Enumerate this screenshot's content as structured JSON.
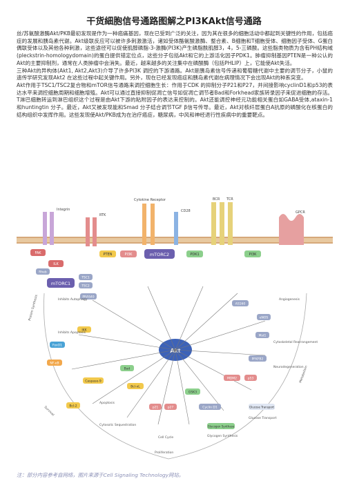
{
  "title": "干货細胞信号通路图解之PI3KAkt信号通路",
  "paragraphs": [
    "丝/苏氨酸激酶Akt/PKB最初发现是作为一种癌痛基因，现在已受到广泛的关注，因为其在很多的细胞活动中都起到关键性的作用，包括癌症的发展和胰岛素代谢。Akt级联反应可以被许多刺激激活，诸如受体酪氨酸激酶、整合素、B细胞和T细胞受体、细胞因子受体、G蛋白偶联受体以及其他各种刺激，这些途径可以促使肌醇磷脂-3-激酶(PI3K)产生磷脂酰肌醇3，4，5-三磷酸。这些脂类物质为含有PH结构域(pleckstrin-homologydomain)的蛋白提供错定位点，这些分子包括Akt和它的上游活化因子PDK1。肿瘤抑制基因PTEN是一种公认的Akt的主要抑制剂，通常在人类肿瘤中会消失。最近，越来越多的关注集中在磷酸酶（包括PHLIP）上，它能使Akt失活。",
    "三种Akt的异构体(Akt1, Akt2,Akt3)介导了许多PI3K 调控的下游通路。Akt是胰岛素信号传递和葡萄糖代谢中主要的调节分子，小鼠的遗传学研究发现Akt2 在这些过程中起关键作用。另外，现在已经发现癌症和胰岛素代谢在病理情况下会出现Akt的种系突变。",
    "Akt作用于TSC1/TSC2复合物和mTOR信号通路来调控细胞生长：作用于CDK 的抑制分子P21和P27，并间接影响cyclinD1和p53的表达水平来调控细胞周期和细胞增殖。Akt可以通过直接抑制促凋亡信号如促凋亡调节者Bad和Forkhead家族转录因子来促进细胞的存活。T淋巴细胞转运到淋巴组织这个过程是由Akt下游的粘附因子的表达来控制的。Akt还能调控神经元功能相关蛋白如GABA受体,ataxin-1 和huntingtin 分子。最近，Akt又被发现能和Smad 分子结合调节TGF β信号传导。最近，Akt对核纤层蛋白A抗原的磷酸化在核蛋白的结构组织中发挥作用。这些发现使Akt/PKB成为在治疗癌症，糖尿病，中风和神经退行性疾病中的重要靶点。"
  ],
  "diagram": {
    "membrane_labels": [
      "Integrin",
      "RTK",
      "Cytokine Receptor",
      "CD28",
      "BCR",
      "TCR",
      "GPCR"
    ],
    "nodes": [
      "FAK",
      "ILK",
      "PTEN",
      "PI3K",
      "PI3K",
      "mTORC2",
      "PDK1",
      "Akt",
      "mTORC1",
      "TSC1",
      "TSC2",
      "Rheb",
      "PRAS40",
      "AS160",
      "Bad",
      "Bcl-2",
      "Bcl-xL",
      "Caspase-9",
      "FoxO1",
      "IKK",
      "NF-κB",
      "GSK3",
      "Cyclin D1",
      "p21",
      "p27",
      "MDM2",
      "p53",
      "Mst1",
      "Glycogen Synthase",
      "eNOS",
      "PFKFB2",
      "Glucose Transport"
    ],
    "region_labels": [
      "Protein Synthesis",
      "Inhibits Autophagy",
      "Inhibits Apoptosis",
      "Survival",
      "Apoptosis",
      "Cytosolic Sequestration",
      "Cell Cycle",
      "Proliferation",
      "Glycogen Synthesis",
      "Glucose Transport",
      "Metabolism",
      "Angiogenesis",
      "Cytoskeletal Rearrangement",
      "Neurodegeneration"
    ]
  },
  "note": "注：部分内容参考自网络，图片来源于Cell Signaling Technology网站。"
}
